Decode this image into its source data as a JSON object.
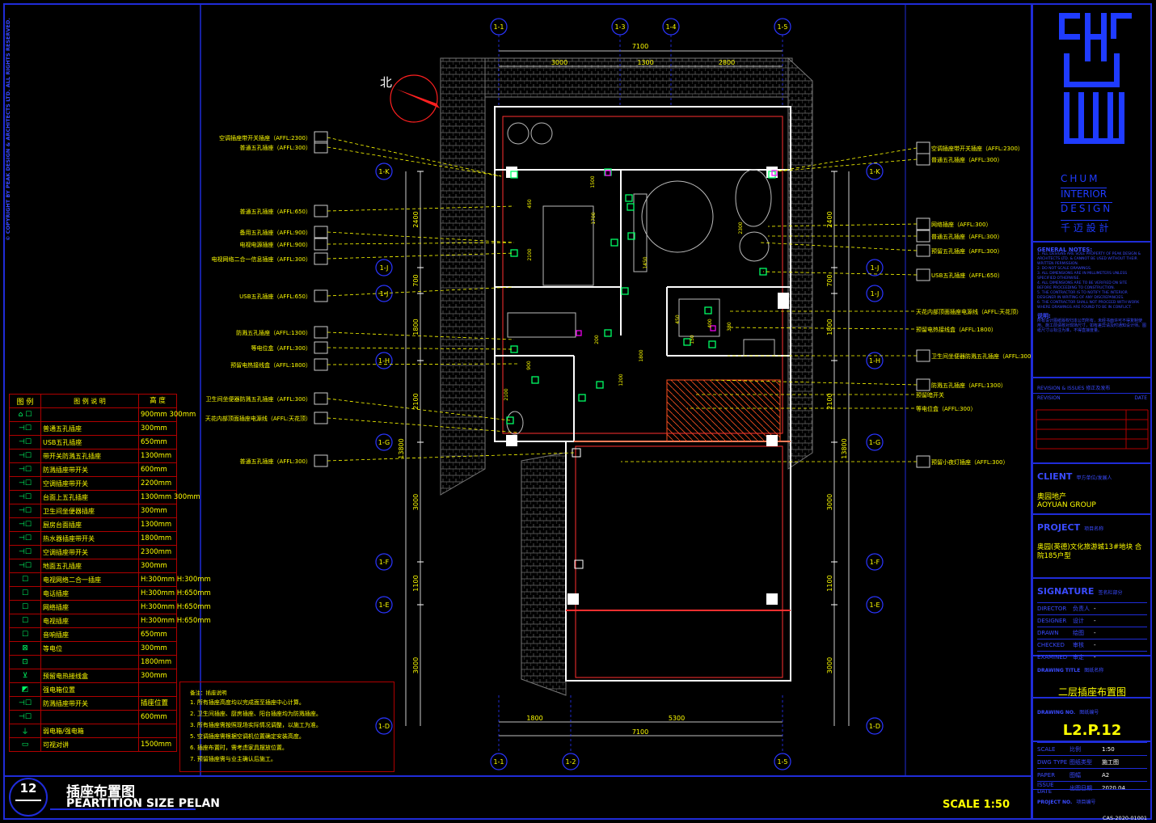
{
  "copyright": "© COPYRIGHT BY PEAK DESIGN & ARCHITECTS LTD. ALL RIGHTS RESERVED.",
  "north_label": "北",
  "grid_top": [
    "1-1",
    "1-3",
    "1-4",
    "1-5"
  ],
  "grid_bottom": [
    "1-1",
    "1-2",
    "1-5"
  ],
  "grid_left": [
    "1-K",
    "1-J",
    "1-J",
    "1-H",
    "1-G",
    "1-F",
    "1-E",
    "1-D"
  ],
  "grid_right": [
    "1-K",
    "1-J",
    "1-J",
    "1-H",
    "1-G",
    "1-F",
    "1-E",
    "1-D"
  ],
  "dim_top_total": "7100",
  "dim_top_parts": [
    "3000",
    "1300",
    "2800"
  ],
  "dim_bottom_parts": [
    "1800",
    "5300"
  ],
  "dim_bottom_total": "7100",
  "dim_left_parts": [
    "2400",
    "700",
    "1800",
    "2100",
    "3000",
    "1100",
    "3000"
  ],
  "dim_left_total": "13800",
  "dim_right_parts": [
    "2400",
    "700",
    "1800",
    "2100",
    "3000",
    "1100",
    "3000"
  ],
  "dim_right_total": "13800",
  "room_dims": [
    "450",
    "1700",
    "1450",
    "2100",
    "2300",
    "450",
    "400",
    "1500",
    "2100",
    "1800",
    "1200",
    "380",
    "900",
    "200",
    "150"
  ],
  "callouts_left": [
    "空调插座带开关插座（AFFL:2300）",
    "普通五孔插座（AFFL:300）",
    "普通五孔插座（AFFL:650）",
    "备用五孔插座（AFFL:900）",
    "电视电源插座（AFFL:900）",
    "电视网络二合一信息插座（AFFL:300）",
    "USB五孔插座（AFFL:650）",
    "防溅五孔插座（AFFL:1300）",
    "等电位盒（AFFL:300）",
    "预留电热接线盒（AFFL:1800）",
    "卫生间坐便器防溅五孔插座（AFFL:300）",
    "天花内部顶面插座电源线（AFFL:天花顶）",
    "普通五孔插座（AFFL:300）"
  ],
  "callouts_right": [
    "空调插座带开关插座（AFFL:2300）",
    "普通五孔插座（AFFL:300）",
    "网络插座（AFFL:300）",
    "普通五孔插座（AFFL:300）",
    "预留五孔插座（AFFL:300）",
    "USB五孔插座（AFFL:650）",
    "天花内部顶面插座电源线（AFFL:天花顶）",
    "预留电热接线盒（AFFL:1800）",
    "卫生间坐便器防溅五孔插座（AFFL:300）",
    "防溅五孔插座（AFFL:1300）",
    "预留暗开关",
    "等电位盒（AFFL:300）",
    "预留小夜灯插座（AFFL:300）"
  ],
  "legend": {
    "headers": [
      "图 例",
      "图 例 说 明",
      "高 度"
    ],
    "rows": [
      {
        "sym": "⌂ ☐",
        "desc": "",
        "h": "900mm 300mm"
      },
      {
        "sym": "⊣☐",
        "desc": "普通五孔插座",
        "h": "300mm"
      },
      {
        "sym": "⊣☐",
        "desc": "USB五孔插座",
        "h": "650mm"
      },
      {
        "sym": "⊣☐",
        "desc": "带开关防溅五孔插座",
        "h": "1300mm"
      },
      {
        "sym": "⊣☐",
        "desc": "防溅插座带开关",
        "h": "600mm"
      },
      {
        "sym": "⊣☐",
        "desc": "空调插座带开关",
        "h": "2200mm"
      },
      {
        "sym": "⊣☐",
        "desc": "台面上五孔插座",
        "h": "1300mm 300mm"
      },
      {
        "sym": "⊣☐",
        "desc": "卫生间坐便器插座",
        "h": "300mm"
      },
      {
        "sym": "⊣☐",
        "desc": "厨房台面插座",
        "h": "1300mm"
      },
      {
        "sym": "⊣☐",
        "desc": "热水器插座带开关",
        "h": "1800mm"
      },
      {
        "sym": "⊣☐",
        "desc": "空调插座带开关",
        "h": "2300mm"
      },
      {
        "sym": "⊣☐",
        "desc": "地面五孔插座",
        "h": "300mm"
      },
      {
        "sym": "☐",
        "desc": "电视网络二合一插座",
        "h": "H:300mm H:300mm"
      },
      {
        "sym": "☐",
        "desc": "电话插座",
        "h": "H:300mm H:650mm"
      },
      {
        "sym": "☐",
        "desc": "网络插座",
        "h": "H:300mm H:650mm"
      },
      {
        "sym": "☐",
        "desc": "电视插座",
        "h": "H:300mm H:650mm"
      },
      {
        "sym": "☐",
        "desc": "音响插座",
        "h": "650mm"
      },
      {
        "sym": "⊠",
        "desc": "等电位",
        "h": "300mm"
      },
      {
        "sym": "⊡",
        "desc": "",
        "h": "1800mm"
      },
      {
        "sym": "⊻",
        "desc": "预留电热接线盒",
        "h": "300mm"
      },
      {
        "sym": "◩",
        "desc": "强电箱位置",
        "h": ""
      },
      {
        "sym": "⊣☐",
        "desc": "防溅插座带开关",
        "h": "插座位置"
      },
      {
        "sym": "⊣☐",
        "desc": "",
        "h": "600mm"
      },
      {
        "sym": "⏚",
        "desc": "弱电箱/强电箱",
        "h": ""
      },
      {
        "sym": "▭",
        "desc": "可视对讲",
        "h": "1500mm"
      }
    ]
  },
  "notes": {
    "title": "备注：插座说明",
    "items": [
      "1. 所有插座高度均以完成面至插座中心计算。",
      "2. 卫生间插座、厨房插座、阳台插座均为防溅插座。",
      "3. 所有插座需按照现场实际情况调整，以施工为准。",
      "5. 空调插座需根据空调机位置确定安装高度。",
      "6. 插座布置时，需考虑家具摆放位置。",
      "7. 预留插座需与业主确认后施工。"
    ]
  },
  "footer": {
    "num": "12",
    "title_cn": "插座布置图",
    "title_en": "PEARTITION SIZE PELAN",
    "scale": "SCALE  1:50"
  },
  "titleblock": {
    "logo_text": [
      "CHUM",
      "INTERIOR",
      "DESIGN"
    ],
    "logo_cn": "千 迈 設 計",
    "general_notes_title": "GENERAL NOTES:",
    "general_notes": [
      "1. ALL DESIGNS ARE SOLE PROPERTY OF PEAK DESIGN &",
      "ARCHITECTS LTD. & CANNOT BE USED WITHOUT THEIR",
      "WRITTEN PERMISSION.",
      "2. DO NOT SCALE DRAWINGS.",
      "3. ALL DIMENSIONS ARE IN MILLIMETERS UNLESS",
      "SPECIFIED OTHERWISE.",
      "4. ALL DIMENSIONS ARE TO BE VERIFIED ON SITE",
      "BEFORE PROCEEDING TO CONSTRUCTION.",
      "5. THE CONTRACTOR IS TO NOTIFY THE INTERIOR",
      "DESIGNER IN WRITING OF ANY DISCREPANCIES.",
      "6. THE CONTRACTOR SHALL NOT PROCEED WITH WORK",
      "WHERE DRAWINGS ARE FOUND TO BE IN CONFLICT."
    ],
    "note_cn_title": "说明:",
    "note_cn": "所有设计图纸版权归本公司所有，未经书面许可不得复制使用。施工前请核对现场尺寸，如有差异请及时通知设计师。图纸尺寸以标注为准，不得直接度量。",
    "revision_title": "REVISION & ISSUES  修正及发布",
    "revision_col1": "REVISION",
    "revision_col2": "DATE",
    "client_label": "CLIENT",
    "client_sub": "甲方单位/发展人",
    "client_cn": "奥园地产",
    "client_en": "AOYUAN GROUP",
    "project_label": "PROJECT",
    "project_sub": "项目名称",
    "project_cn": "奥园(英德)文化旅游城13#地块 合院185户型",
    "signature_label": "SIGNATURE",
    "signature_sub": "签名栏部分",
    "sign_rows": [
      {
        "en": "DIRECTOR",
        "cn": "负责人",
        "v": "-"
      },
      {
        "en": "DESIGNER",
        "cn": "设计",
        "v": "-"
      },
      {
        "en": "DRAWN",
        "cn": "绘图",
        "v": "-"
      },
      {
        "en": "CHECKED",
        "cn": "审核",
        "v": "-"
      },
      {
        "en": "EXAMINED",
        "cn": "审定",
        "v": "-"
      }
    ],
    "drawing_title_label": "DRAWING TITLE",
    "drawing_title_sub": "图纸名称",
    "drawing_title": "二层插座布置图",
    "drawing_no_label": "DRAWING NO.",
    "drawing_no_sub": "图纸编号",
    "drawing_no": "L2.P.12",
    "meta_rows": [
      {
        "en": "SCALE",
        "cn": "比例",
        "v": "1:50"
      },
      {
        "en": "DWG TYPE",
        "cn": "图纸类型",
        "v": "施工图"
      },
      {
        "en": "PAPER",
        "cn": "图幅",
        "v": "A2"
      },
      {
        "en": "ISSUE DATE",
        "cn": "出图日期",
        "v": "2020.04"
      }
    ],
    "project_no_label": "PROJECT NO.",
    "project_no_sub": "项目编号",
    "project_no": "CAS-2020-01001"
  },
  "colors": {
    "border": "#1f2cd8",
    "text": "#ffff00",
    "wall": "#ffffff",
    "accent_red": "#ff3030",
    "symbol_green": "#00ff66",
    "magenta": "#ff00ff",
    "grid_blue": "#2a35ff"
  }
}
